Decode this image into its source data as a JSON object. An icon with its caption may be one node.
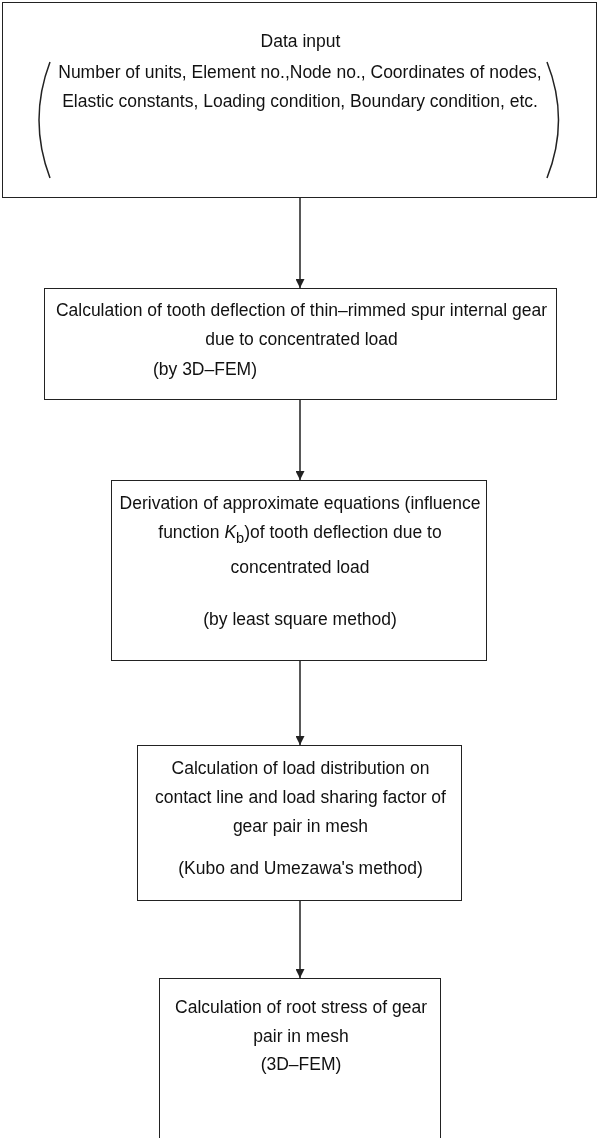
{
  "diagram": {
    "nodes": [
      {
        "text": [
          "Data input",
          "Number of units, Element no.,Node no., Coordinates of nodes, Elastic constants, Loading condition, Boundary condition, etc."
        ]
      },
      {
        "text": [
          "Calculation of tooth deflection of thin–rimmed spur internal gear due to concentrated load",
          "(by 3D–FEM)"
        ]
      },
      {
        "text": [
          "Derivation of approximate equations (influence function *K*$_{b}$)of tooth deflection due to concentrated load",
          "(by least square method)"
        ]
      },
      {
        "text": [
          "Calculation of load distribution on contact line and load sharing factor of gear pair in mesh",
          "(Kubo and Umezawa's method)"
        ]
      },
      {
        "text": [
          "Calculation of root stress of gear pair in mesh",
          "(3D–FEM)"
        ]
      }
    ],
    "edges": [
      {
        "from": 0,
        "to": 1,
        "arrow": "to"
      },
      {
        "from": 1,
        "to": 2,
        "arrow": "to"
      },
      {
        "from": 2,
        "to": 3,
        "arrow": "to"
      },
      {
        "from": 3,
        "to": 4,
        "arrow": "to"
      }
    ]
  }
}
